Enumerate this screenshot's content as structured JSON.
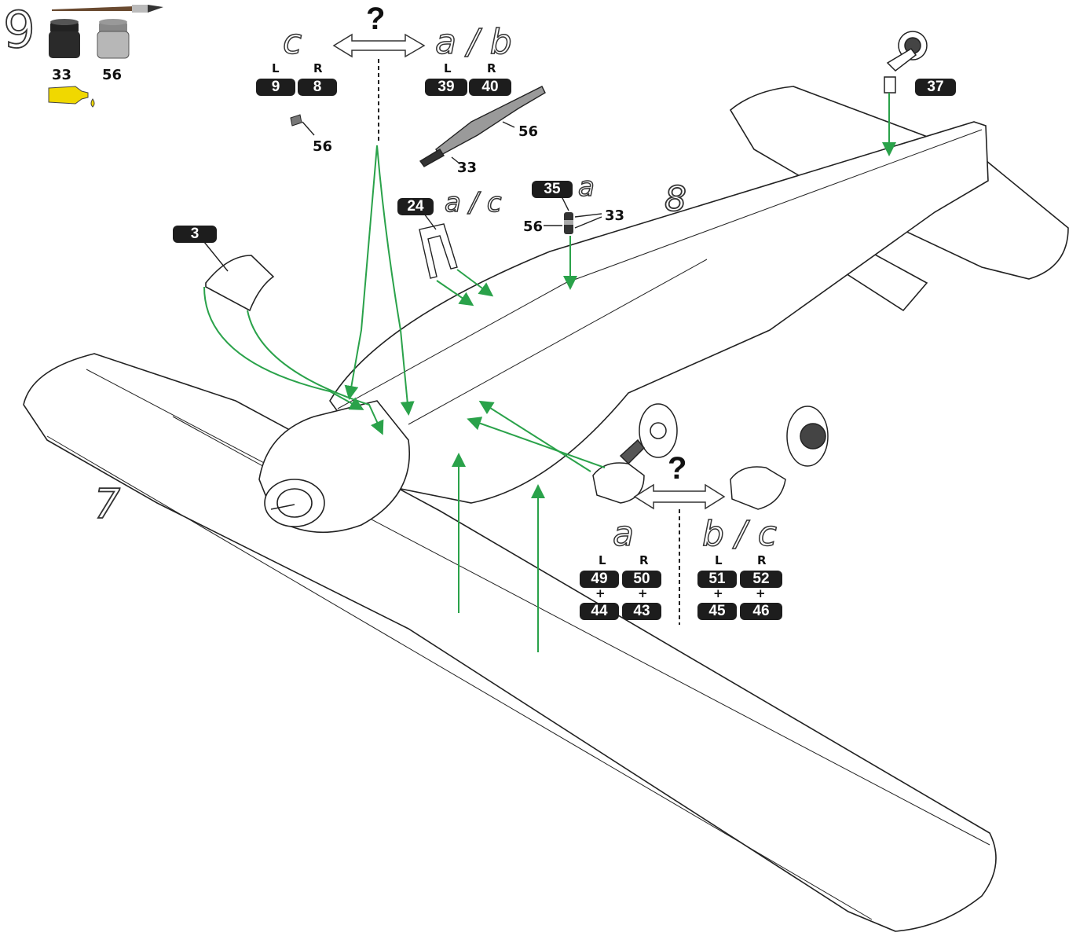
{
  "step_number": "9",
  "paints": {
    "color_1": "33",
    "color_2": "56"
  },
  "labels": {
    "q_top": "?",
    "q_bottom": "?",
    "option_c": "c",
    "option_ab": "a / b",
    "option_a_wheel": "a",
    "option_bc_wheel": "b / c",
    "subassembly_wing": "7",
    "subassembly_fuselage": "8",
    "tag_a": "a",
    "tag_ac": "a / c",
    "L": "L",
    "R": "R",
    "plus": "+"
  },
  "parts": {
    "p9": "9",
    "p8": "8",
    "p39": "39",
    "p40": "40",
    "p24": "24",
    "p35": "35",
    "p3": "3",
    "p37": "37",
    "p49": "49",
    "p50": "50",
    "p44": "44",
    "p43": "43",
    "p51": "51",
    "p52": "52",
    "p45": "45",
    "p46": "46"
  },
  "callouts": {
    "c56a": "56",
    "c56b": "56",
    "c33a": "33",
    "c56c": "56",
    "c33b": "33"
  },
  "colors": {
    "arrow": "#2aa24a",
    "badge": "#1d1d1d",
    "glue": "#f0d800"
  }
}
